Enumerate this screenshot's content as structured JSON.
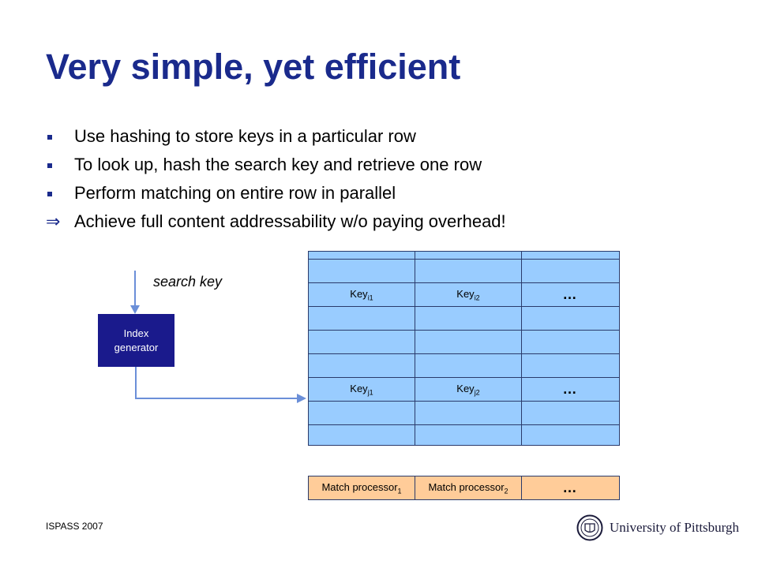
{
  "title": "Very simple, yet efficient",
  "bullets": [
    {
      "marker": "square",
      "text": "Use hashing to store keys in a particular row"
    },
    {
      "marker": "square",
      "text": "To look up, hash the search key and retrieve one row"
    },
    {
      "marker": "square",
      "text": "Perform matching on entire row in parallel"
    },
    {
      "marker": "arrow",
      "symbol": "⇒",
      "text": "Achieve full content addressability w/o paying overhead!"
    }
  ],
  "diagram": {
    "search_key_label": "search key",
    "index_generator_label": "Index\ngenerator",
    "rows": [
      {
        "type": "empty"
      },
      {
        "type": "empty"
      },
      {
        "type": "keys",
        "k1_base": "Key",
        "k1_sub": "i1",
        "k2_base": "Key",
        "k2_sub": "i2",
        "more": "…"
      },
      {
        "type": "empty"
      },
      {
        "type": "empty"
      },
      {
        "type": "empty"
      },
      {
        "type": "keys",
        "k1_base": "Key",
        "k1_sub": "j1",
        "k2_base": "Key",
        "k2_sub": "j2",
        "more": "…"
      },
      {
        "type": "empty"
      },
      {
        "type": "empty"
      }
    ],
    "match_processors": {
      "mp1_base": "Match processor",
      "mp1_sub": "1",
      "mp2_base": "Match processor",
      "mp2_sub": "2",
      "more": "…"
    }
  },
  "footer": "ISPASS 2007",
  "logo_text": "University of Pittsburgh",
  "colors": {
    "title": "#1a2a8c",
    "table_fill": "#99ccff",
    "match_fill": "#ffcc99",
    "index_box": "#1a1a8c",
    "arrow_line": "#6b8fd8"
  }
}
